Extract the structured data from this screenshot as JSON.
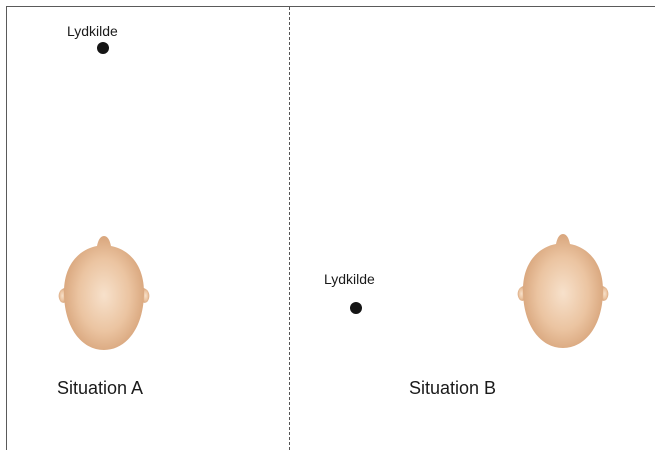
{
  "situation_a": {
    "source_label": "Lydkilde",
    "caption": "Situation A"
  },
  "situation_b": {
    "source_label": "Lydkilde",
    "caption": "Situation B"
  },
  "colors": {
    "head_center": "#f5dcc3",
    "head_edge": "#d8a57b",
    "dot": "#151515",
    "lines": "#555555"
  },
  "icons": [
    "head-top-view-icon",
    "sound-source-dot"
  ]
}
